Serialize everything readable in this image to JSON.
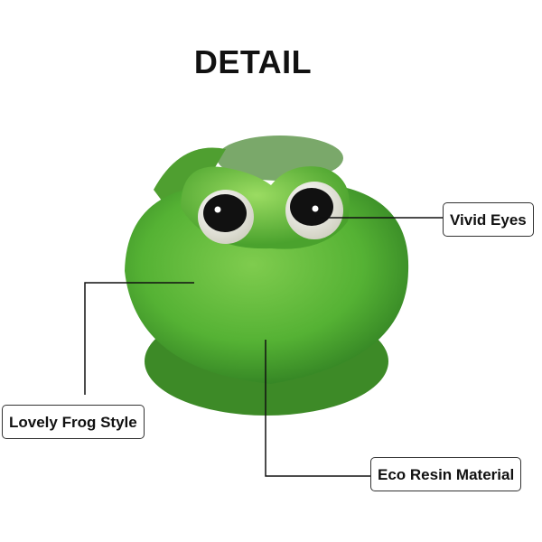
{
  "title": "DETAIL",
  "callouts": {
    "eyes": "Vivid Eyes",
    "style": "Lovely Frog Style",
    "material": "Eco Resin Material"
  },
  "colors": {
    "frog_green": "#5cb83a",
    "frog_dark": "#3f8f2a",
    "frog_light": "#8fd65a"
  }
}
